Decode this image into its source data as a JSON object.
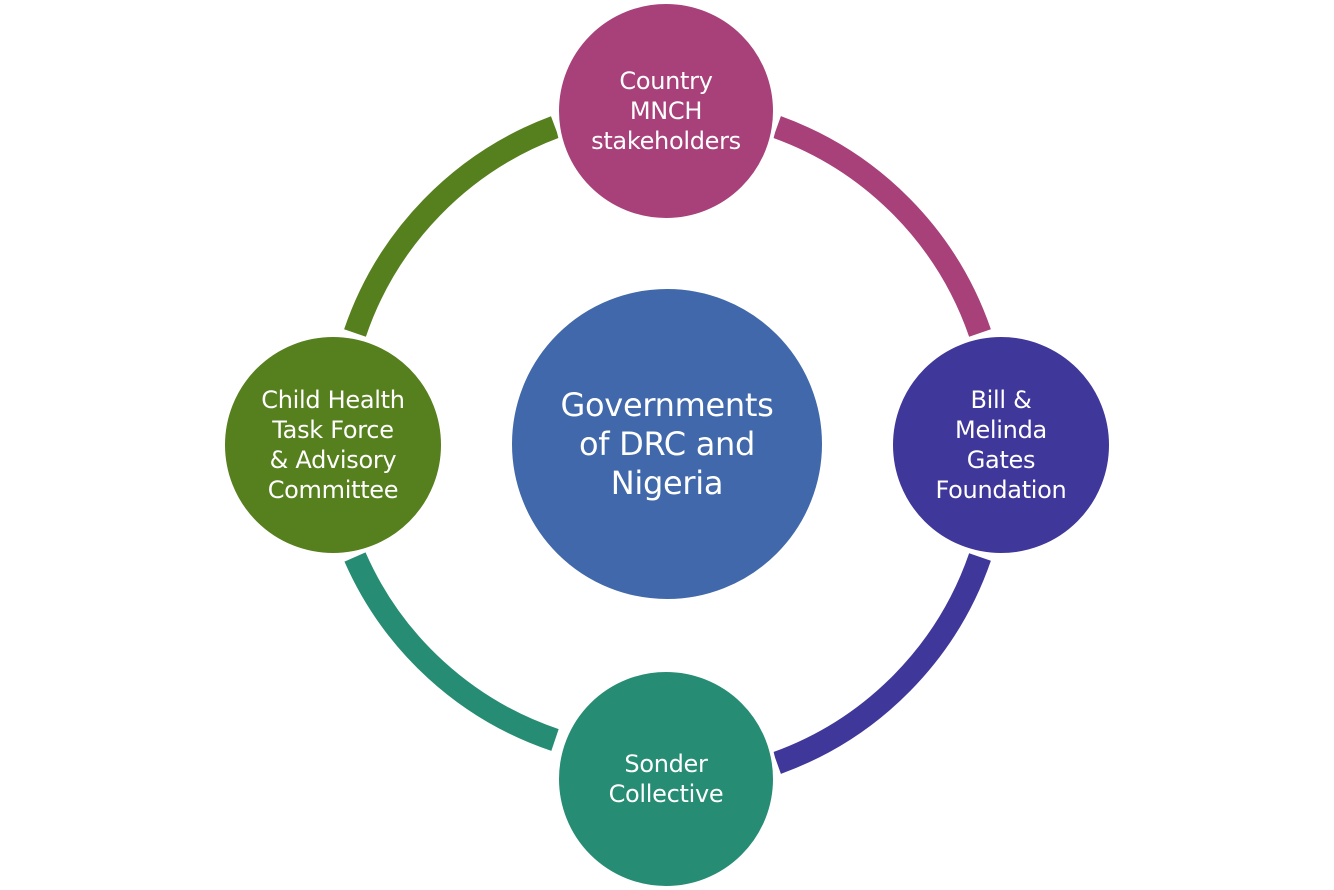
{
  "colors": {
    "top": "#a8407a",
    "right": "#3f3799",
    "bottom": "#268c73",
    "left": "#567f1e",
    "center": "#4068aa"
  },
  "nodes": {
    "top": {
      "label_lines": [
        "Country",
        "MNCH",
        "stakeholders"
      ]
    },
    "right": {
      "label_lines": [
        "Bill &",
        "Melinda",
        "Gates",
        "Foundation"
      ]
    },
    "bottom": {
      "label_lines": [
        "Sonder",
        "Collective"
      ]
    },
    "left": {
      "label_lines": [
        "Child Health",
        "Task Force",
        "& Advisory",
        "Committee"
      ]
    },
    "center": {
      "label_lines": [
        "Governments",
        "of DRC and",
        "Nigeria"
      ]
    }
  }
}
